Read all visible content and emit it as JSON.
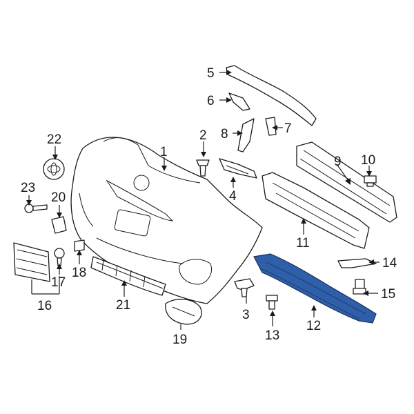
{
  "diagram": {
    "highlight_color": "#2f5fa8",
    "highlighted_part": "12",
    "callouts": [
      "1",
      "2",
      "3",
      "4",
      "5",
      "6",
      "7",
      "8",
      "9",
      "10",
      "11",
      "12",
      "13",
      "14",
      "15",
      "16",
      "17",
      "18",
      "19",
      "20",
      "21",
      "22",
      "23"
    ]
  }
}
